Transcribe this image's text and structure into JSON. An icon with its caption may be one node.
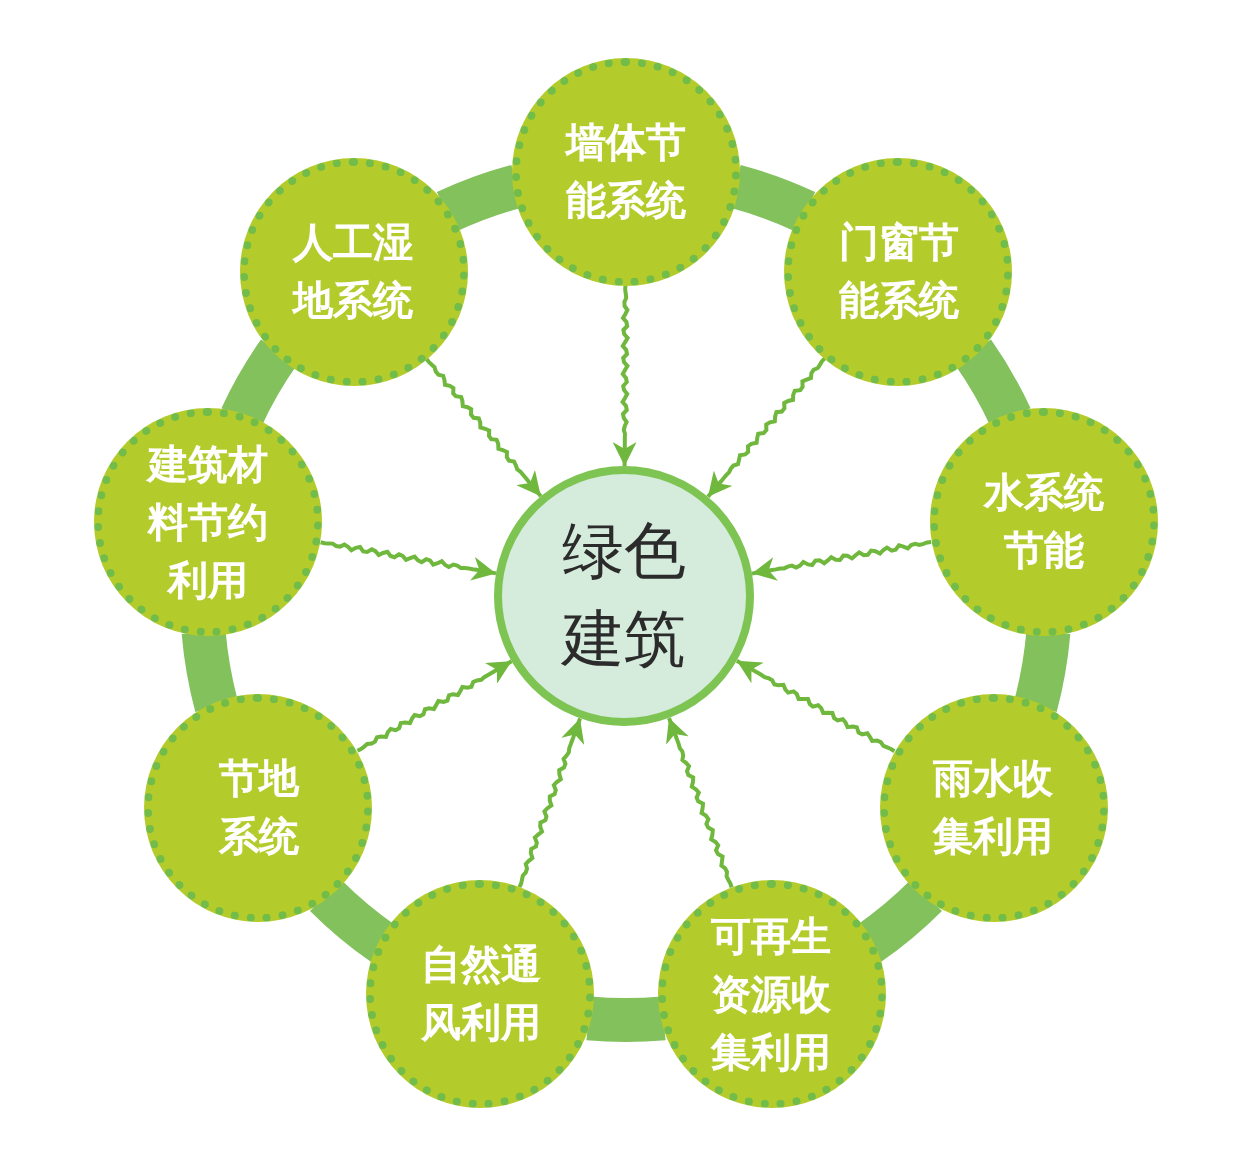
{
  "diagram": {
    "nodes": [
      {
        "text": [
          "墙体节能系统"
        ]
      },
      {
        "text": [
          "人工湿地系统"
        ]
      },
      {
        "text": [
          "门窗节能系统"
        ]
      },
      {
        "text": [
          "建筑材料节约利用"
        ]
      },
      {
        "text": [
          "水系统节能"
        ]
      },
      {
        "text": [
          "绿色建筑"
        ]
      },
      {
        "text": [
          "节地系统"
        ]
      },
      {
        "text": [
          "雨水收集利用"
        ]
      },
      {
        "text": [
          "自然通风利用"
        ]
      },
      {
        "text": [
          "可再生资源收集利用"
        ]
      }
    ],
    "edges": [
      {
        "from": 0,
        "to": 5,
        "arrow": "to"
      },
      {
        "from": 1,
        "to": 5,
        "arrow": "to"
      },
      {
        "from": 2,
        "to": 5,
        "arrow": "to"
      },
      {
        "from": 3,
        "to": 5,
        "arrow": "to"
      },
      {
        "from": 4,
        "to": 5,
        "arrow": "to"
      },
      {
        "from": 6,
        "to": 5,
        "arrow": "to"
      },
      {
        "from": 7,
        "to": 5,
        "arrow": "to"
      },
      {
        "from": 8,
        "to": 5,
        "arrow": "to"
      },
      {
        "from": 9,
        "to": 5,
        "arrow": "to"
      },
      {
        "from": 0,
        "to": 2,
        "arrow": "none",
        "style": "thick",
        "color": "#82c15c"
      },
      {
        "from": 2,
        "to": 4,
        "arrow": "none",
        "style": "thick",
        "color": "#82c15c"
      },
      {
        "from": 4,
        "to": 7,
        "arrow": "none",
        "style": "thick",
        "color": "#82c15c"
      },
      {
        "from": 7,
        "to": 9,
        "arrow": "none",
        "style": "thick",
        "color": "#82c15c"
      },
      {
        "from": 9,
        "to": 8,
        "arrow": "none",
        "style": "thick",
        "color": "#82c15c"
      },
      {
        "from": 8,
        "to": 6,
        "arrow": "none",
        "style": "thick",
        "color": "#82c15c"
      },
      {
        "from": 6,
        "to": 3,
        "arrow": "none",
        "style": "thick",
        "color": "#82c15c"
      },
      {
        "from": 3,
        "to": 1,
        "arrow": "none",
        "style": "thick",
        "color": "#82c15c"
      },
      {
        "from": 1,
        "to": 0,
        "arrow": "none",
        "style": "thick",
        "color": "#82c15c"
      }
    ]
  }
}
